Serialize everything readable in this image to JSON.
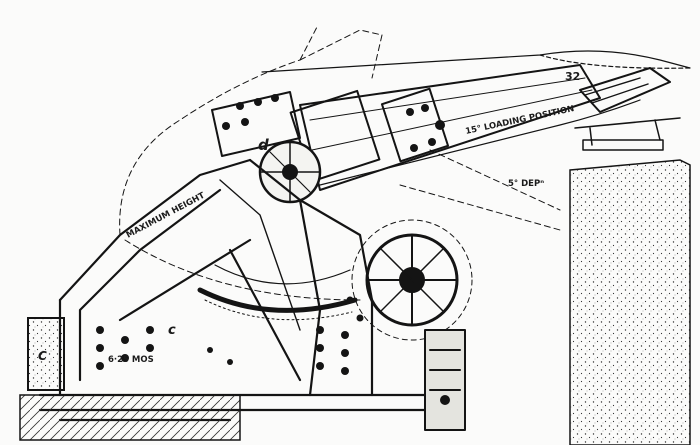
{
  "labels": {
    "part_d": "d",
    "part_c": "c",
    "part_32": "32",
    "loading_position": "15° LOADING POSITION",
    "depression": "5° DEPⁿ",
    "maximum_height": "MAXIMUM HEIGHT",
    "dimension_mm": "6·25 MOS",
    "side_c": "C"
  }
}
